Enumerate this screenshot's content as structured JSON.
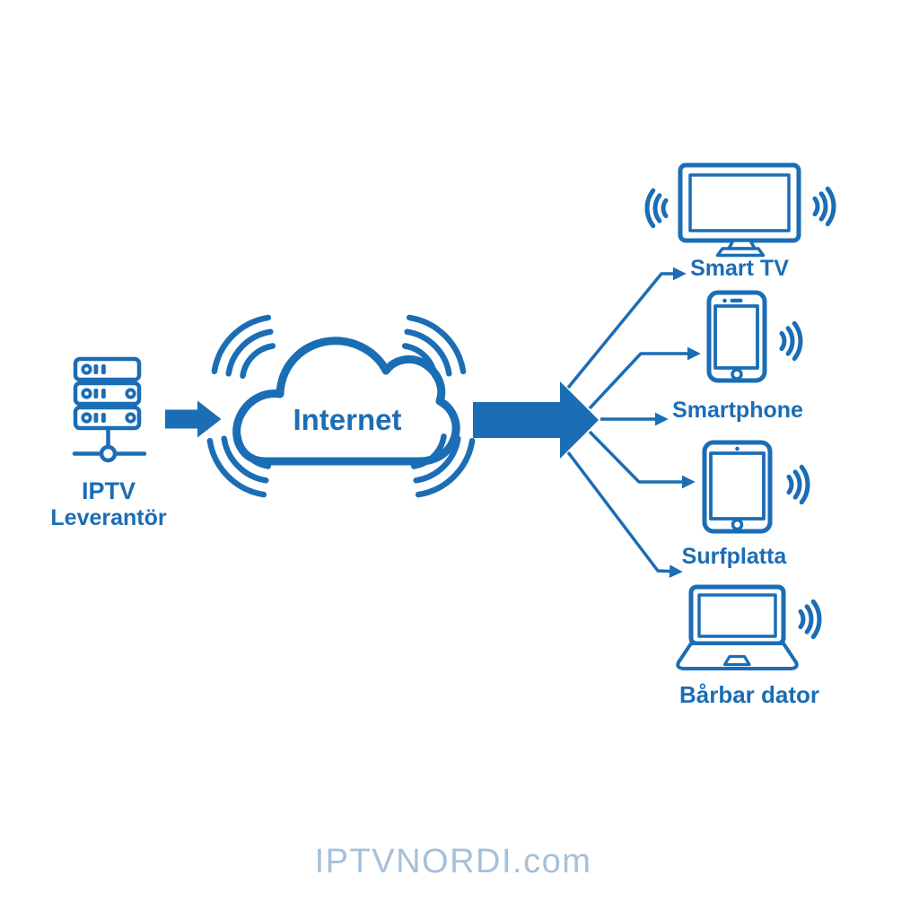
{
  "diagram": {
    "source": {
      "icon": "server-icon",
      "label_line1": "IPTV",
      "label_line2": "Leverantör"
    },
    "cloud": {
      "icon": "cloud-icon",
      "label": "Internet"
    },
    "devices": [
      {
        "icon": "smart-tv-icon",
        "label": "Smart TV"
      },
      {
        "icon": "smartphone-icon",
        "label": "Smartphone"
      },
      {
        "icon": "tablet-icon",
        "label": "Surfplatta"
      },
      {
        "icon": "laptop-icon",
        "label": "Bårbar dator"
      }
    ],
    "watermark": "IPTVNORDI.com",
    "colors": {
      "primary_blue": "#1b6db5",
      "watermark_blue": "#a7c0d9",
      "background": "#ffffff"
    }
  }
}
